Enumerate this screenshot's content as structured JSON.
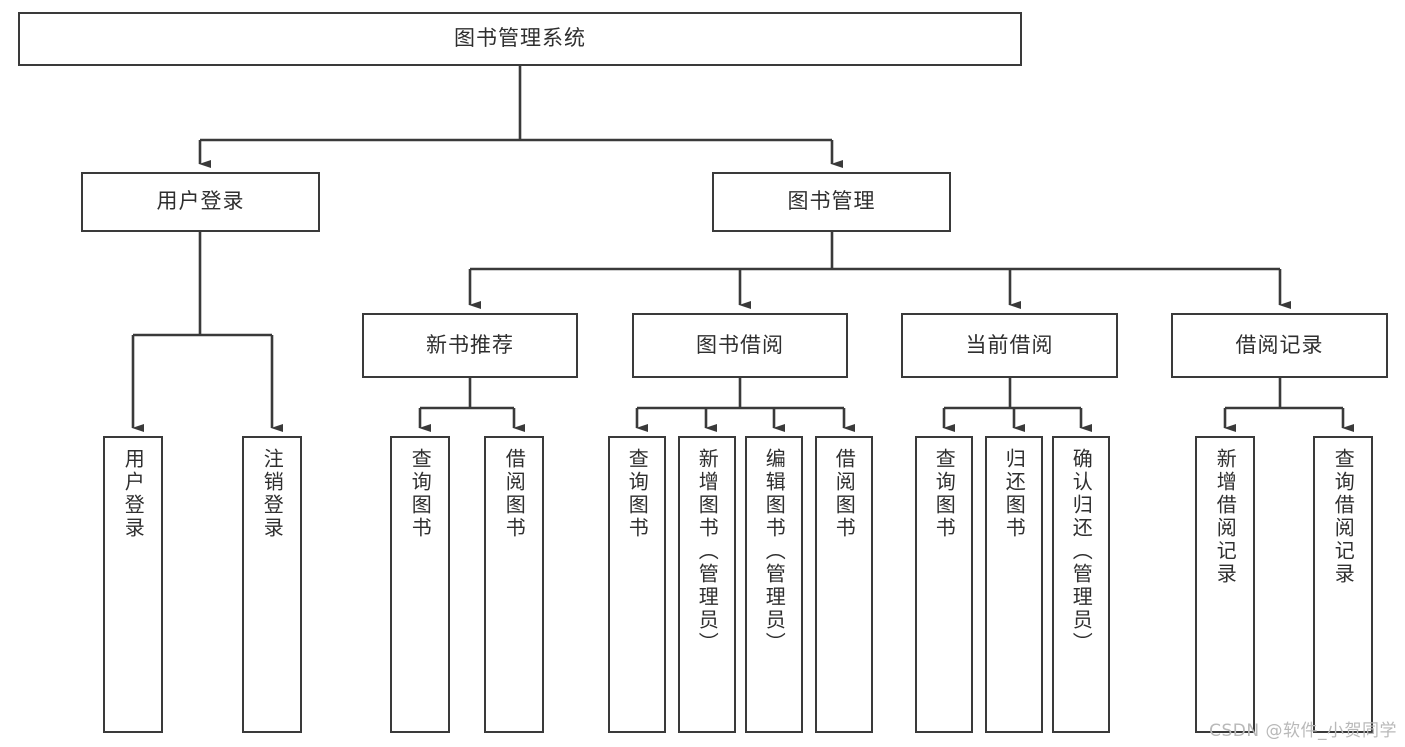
{
  "diagram": {
    "title": "图书管理系统",
    "type": "tree-hierarchy-diagram",
    "watermark": "CSDN @软件_小贺同学",
    "colors": {
      "stroke": "#3a3a3a",
      "text": "#2f2f2f",
      "background": "#ffffff",
      "watermark": "#b9b9b9"
    },
    "nodes": {
      "root": {
        "label": "图书管理系统"
      },
      "level2": [
        {
          "label": "用户登录"
        },
        {
          "label": "图书管理"
        }
      ],
      "level3": [
        {
          "label": "新书推荐"
        },
        {
          "label": "图书借阅"
        },
        {
          "label": "当前借阅"
        },
        {
          "label": "借阅记录"
        }
      ],
      "leaves": [
        {
          "label": "用户登录"
        },
        {
          "label": "注销登录"
        },
        {
          "label": "查询图书"
        },
        {
          "label": "借阅图书"
        },
        {
          "label": "查询图书"
        },
        {
          "label": "新增图书（管理员）"
        },
        {
          "label": "编辑图书（管理员）"
        },
        {
          "label": "借阅图书"
        },
        {
          "label": "查询图书"
        },
        {
          "label": "归还图书"
        },
        {
          "label": "确认归还（管理员）"
        },
        {
          "label": "新增借阅记录"
        },
        {
          "label": "查询借阅记录"
        }
      ]
    }
  }
}
